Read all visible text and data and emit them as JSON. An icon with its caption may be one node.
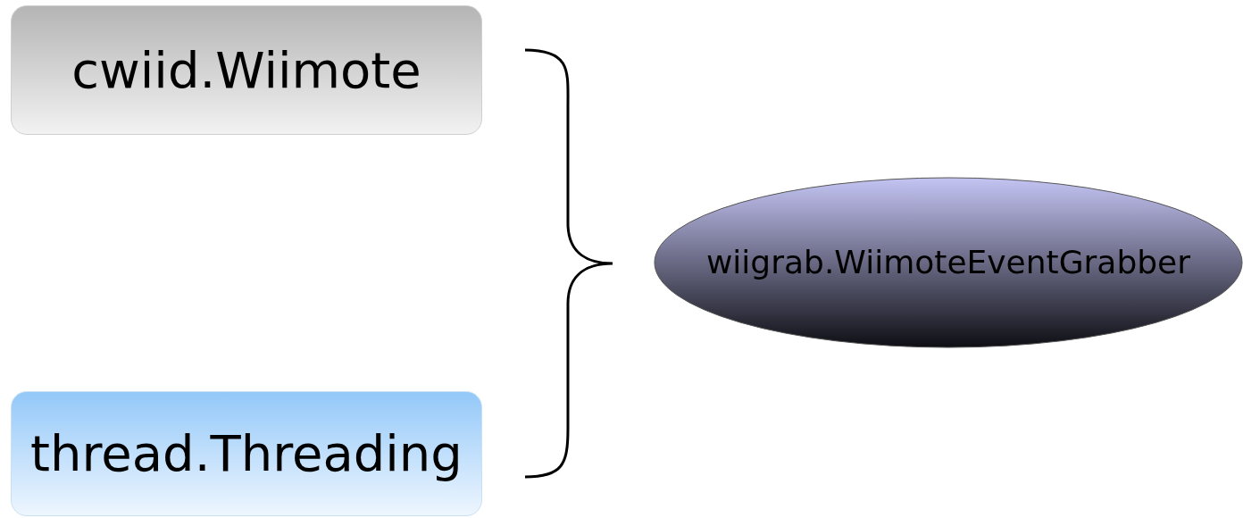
{
  "diagram": {
    "nodes": [
      {
        "text": [
          "cwiid.Wiimote"
        ]
      },
      {
        "text": [
          "thread.Threading"
        ]
      },
      {
        "text": [
          "wiigrab.WiimoteEventGrabber"
        ]
      }
    ]
  }
}
